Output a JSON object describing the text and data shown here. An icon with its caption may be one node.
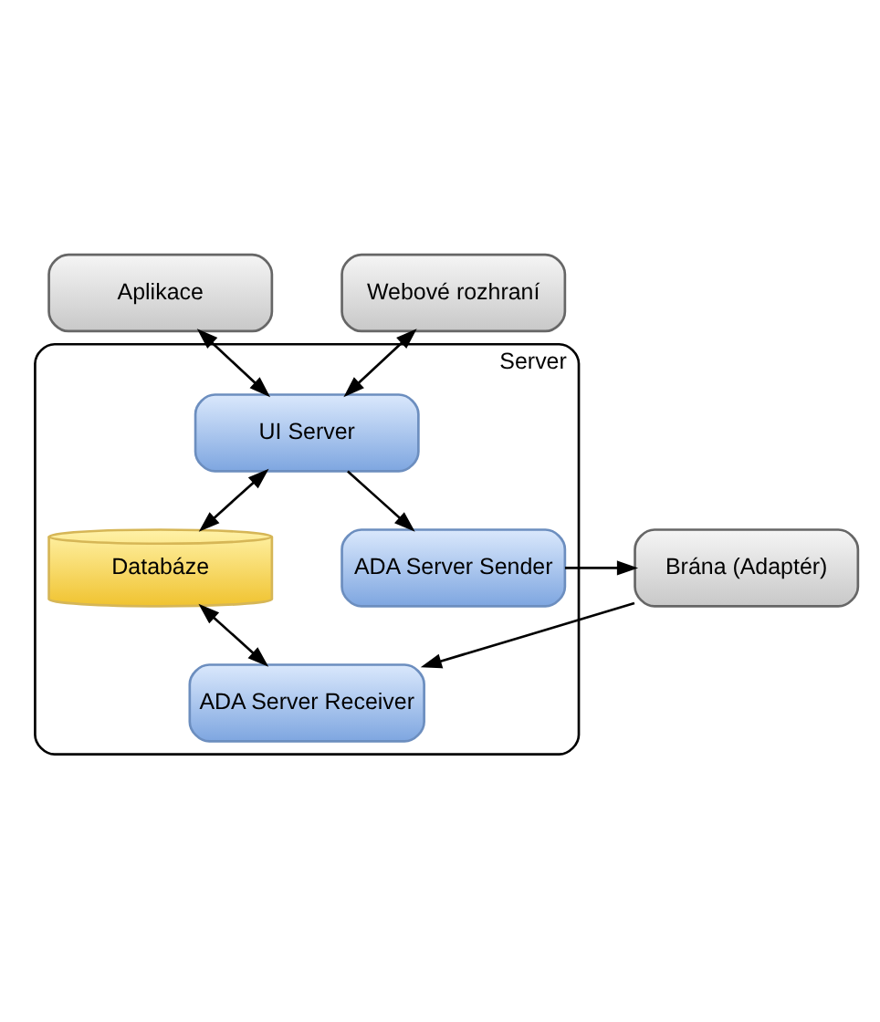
{
  "diagram": {
    "nodes": [
      {
        "text": [
          "Aplikace"
        ]
      },
      {
        "text": [
          "Webové rozhraní"
        ]
      },
      {
        "text": [
          "Server"
        ]
      },
      {
        "text": [
          "UI Server"
        ],
        "in": 2
      },
      {
        "text": [
          "Databáze"
        ],
        "in": 2
      },
      {
        "text": [
          "ADA Server Sender"
        ],
        "in": 2
      },
      {
        "text": [
          "ADA Server Receiver"
        ],
        "in": 2
      },
      {
        "text": [
          "Brána (Adaptér)"
        ]
      }
    ],
    "edges": [
      {
        "from": 0,
        "to": 3,
        "arrow": "both"
      },
      {
        "from": 1,
        "to": 3,
        "arrow": "both"
      },
      {
        "from": 3,
        "to": 4,
        "arrow": "both"
      },
      {
        "from": 4,
        "to": 6,
        "arrow": "both"
      },
      {
        "from": 3,
        "to": 5,
        "arrow": "to"
      },
      {
        "from": 7,
        "to": 6,
        "arrow": "to"
      },
      {
        "from": 5,
        "to": 7,
        "arrow": "to"
      }
    ]
  }
}
